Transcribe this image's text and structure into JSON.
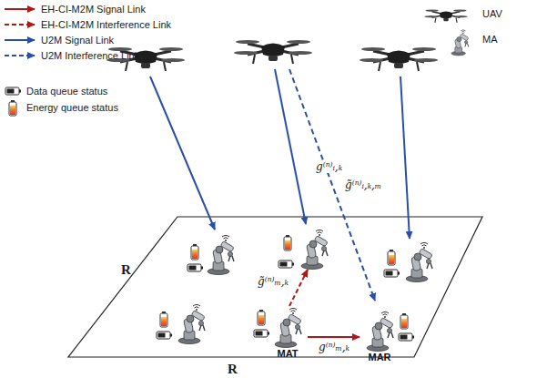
{
  "diagram": {
    "nodes": [
      {
        "text": [
          "MAT"
        ]
      },
      {
        "text": [
          "MAR"
        ]
      }
    ],
    "edges": [
      {
        "from": 0,
        "to": 1,
        "arrow": "to",
        "label": "g⁽ⁿ⁾ₘ,ₖ"
      }
    ],
    "labels": [
      "R",
      "R",
      "g⁽ⁿ⁾ᵢ,ₖ",
      "g̃⁽ⁿ⁾ᵢ,ₖ,ₘ",
      "g̃⁽ⁿ⁾ₘ,ₖ"
    ],
    "legend": [
      {
        "text": "EH-CI-M2M Signal Link"
      },
      {
        "text": "EH-CI-M2M Interference Link"
      },
      {
        "text": "U2M Signal Link"
      },
      {
        "text": "U2M Interference Link"
      },
      {
        "text": "UAV"
      },
      {
        "text": "MA"
      },
      {
        "text": "Data queue status"
      },
      {
        "text": "Energy queue status"
      }
    ]
  }
}
